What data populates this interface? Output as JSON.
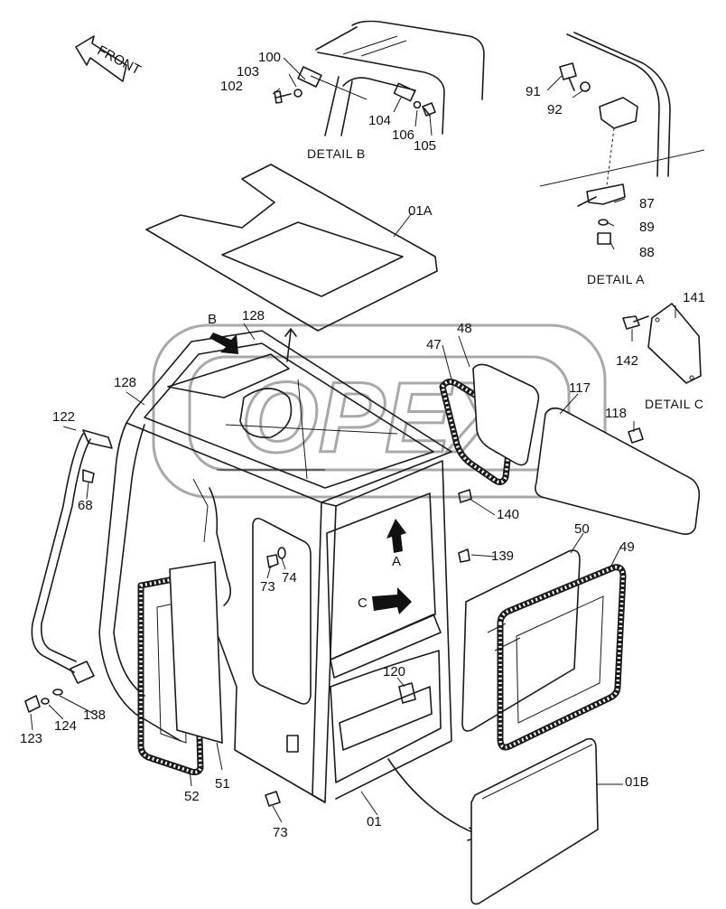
{
  "captions": {
    "detail_a": "DETAIL A",
    "detail_b": "DETAIL B",
    "detail_c": "DETAIL C"
  },
  "front_label": "FRONT",
  "watermark": "OPEX",
  "view_arrows": {
    "a": "A",
    "b": "B",
    "c": "C"
  },
  "part_labels": {
    "p01": "01",
    "p01a": "01A",
    "p01b": "01B",
    "p47": "47",
    "p48": "48",
    "p49": "49",
    "p50": "50",
    "p51": "51",
    "p52": "52",
    "p68": "68",
    "p73a": "73",
    "p73b": "73",
    "p74": "74",
    "p87": "87",
    "p88": "88",
    "p89": "89",
    "p91": "91",
    "p92": "92",
    "p100": "100",
    "p102": "102",
    "p103": "103",
    "p104": "104",
    "p105": "105",
    "p106": "106",
    "p117": "117",
    "p118": "118",
    "p120": "120",
    "p122": "122",
    "p123": "123",
    "p124": "124",
    "p128a": "128",
    "p128b": "128",
    "p138": "138",
    "p139": "139",
    "p140": "140",
    "p141": "141",
    "p142": "142"
  },
  "colors": {
    "line": "#1a1a1a",
    "paper": "#ffffff",
    "watermark": "#9a9a9a"
  }
}
